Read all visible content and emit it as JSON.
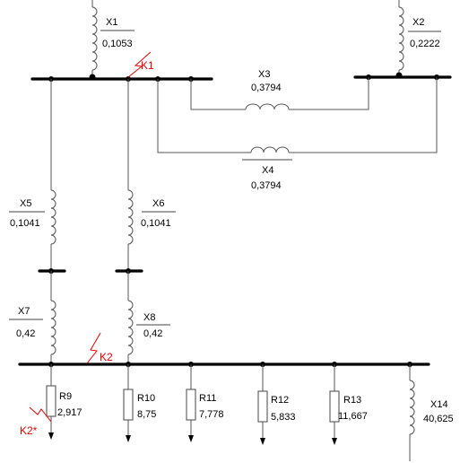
{
  "reactances": {
    "x1": {
      "name": "X1",
      "value": "0,1053"
    },
    "x2": {
      "name": "X2",
      "value": "0,2222"
    },
    "x3": {
      "name": "X3",
      "value": "0,3794"
    },
    "x4": {
      "name": "X4",
      "value": "0,3794"
    },
    "x5": {
      "name": "X5",
      "value": "0,1041"
    },
    "x6": {
      "name": "X6",
      "value": "0,1041"
    },
    "x7": {
      "name": "X7",
      "value": "0,42"
    },
    "x8": {
      "name": "X8",
      "value": "0,42"
    },
    "x14": {
      "name": "X14",
      "value": "40,625"
    }
  },
  "loads": {
    "r9": {
      "name": "R9",
      "value": "2,917"
    },
    "r10": {
      "name": "R10",
      "value": "8,75"
    },
    "r11": {
      "name": "R11",
      "value": "7,778"
    },
    "r12": {
      "name": "R12",
      "value": "5,833"
    },
    "r13": {
      "name": "R13",
      "value": "11,667"
    }
  },
  "faults": {
    "k1": "K1",
    "k2": "K2",
    "k2_star": "K2*"
  },
  "colors": {
    "line": "#555555",
    "bus": "#000000",
    "fault": "#e00000"
  }
}
